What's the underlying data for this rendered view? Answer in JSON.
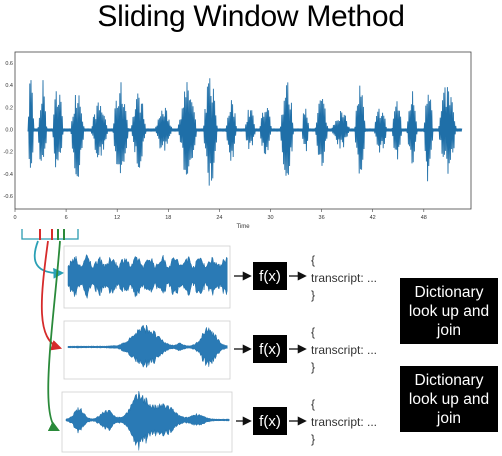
{
  "title": "Sliding Window Method",
  "main_plot": {
    "y_ticks": [
      "0.6",
      "0.4",
      "0.2",
      "0.0",
      "-0.2",
      "-0.4",
      "-0.6"
    ],
    "x_ticks": [
      "0",
      "6",
      "12",
      "18",
      "24",
      "30",
      "36",
      "42",
      "48"
    ],
    "x_label": "Time",
    "wave_color": "#1f6fa8"
  },
  "windows": [
    {
      "function": "f(x)",
      "brace_open": "{",
      "transcript": "transcript: ...",
      "brace_close": "}",
      "arrow_color": "#2aa0b5"
    },
    {
      "function": "f(x)",
      "brace_open": "{",
      "transcript": "transcript: ...",
      "brace_close": "}",
      "arrow_color": "#d62b2b"
    },
    {
      "function": "f(x)",
      "brace_open": "{",
      "transcript": "transcript: ...",
      "brace_close": "}",
      "arrow_color": "#2a8a3a"
    }
  ],
  "dictionary": [
    {
      "label": "Dictionary look up and join"
    },
    {
      "label": "Dictionary look up and join"
    }
  ]
}
